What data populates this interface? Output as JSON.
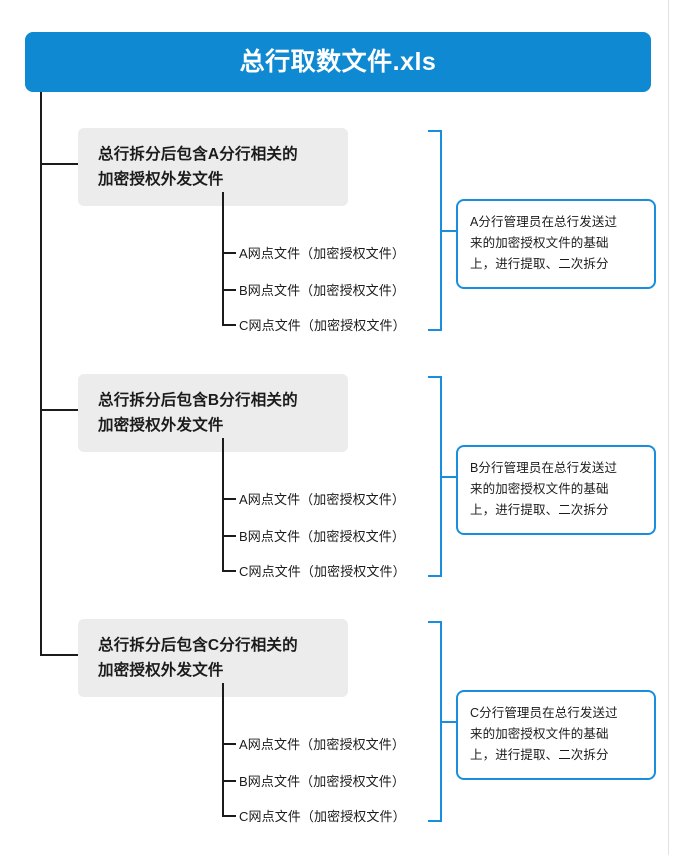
{
  "diagram": {
    "root": {
      "label": "总行取数文件.xls",
      "color": "#1089d3"
    },
    "colors": {
      "root_fill": "#1089d3",
      "group_fill": "#ececec",
      "line": "#1b1b1b",
      "accent_blue": "#1a8ede",
      "background": "#ffffff"
    },
    "groups": [
      {
        "title_line1": "总行拆分后包含A分行相关的",
        "title_line2": "加密授权外发文件",
        "leaves": [
          "A网点文件（加密授权文件）",
          "B网点文件（加密授权文件）",
          "C网点文件（加密授权文件）"
        ],
        "note_line1": "A分行管理员在总行发送过",
        "note_line2": "来的加密授权文件的基础",
        "note_line3": "上，进行提取、二次拆分"
      },
      {
        "title_line1": "总行拆分后包含B分行相关的",
        "title_line2": "加密授权外发文件",
        "leaves": [
          "A网点文件（加密授权文件）",
          "B网点文件（加密授权文件）",
          "C网点文件（加密授权文件）"
        ],
        "note_line1": "B分行管理员在总行发送过",
        "note_line2": "来的加密授权文件的基础",
        "note_line3": "上，进行提取、二次拆分"
      },
      {
        "title_line1": "总行拆分后包含C分行相关的",
        "title_line2": "加密授权外发文件",
        "leaves": [
          "A网点文件（加密授权文件）",
          "B网点文件（加密授权文件）",
          "C网点文件（加密授权文件）"
        ],
        "note_line1": "C分行管理员在总行发送过",
        "note_line2": "来的加密授权文件的基础",
        "note_line3": "上，进行提取、二次拆分"
      }
    ]
  }
}
